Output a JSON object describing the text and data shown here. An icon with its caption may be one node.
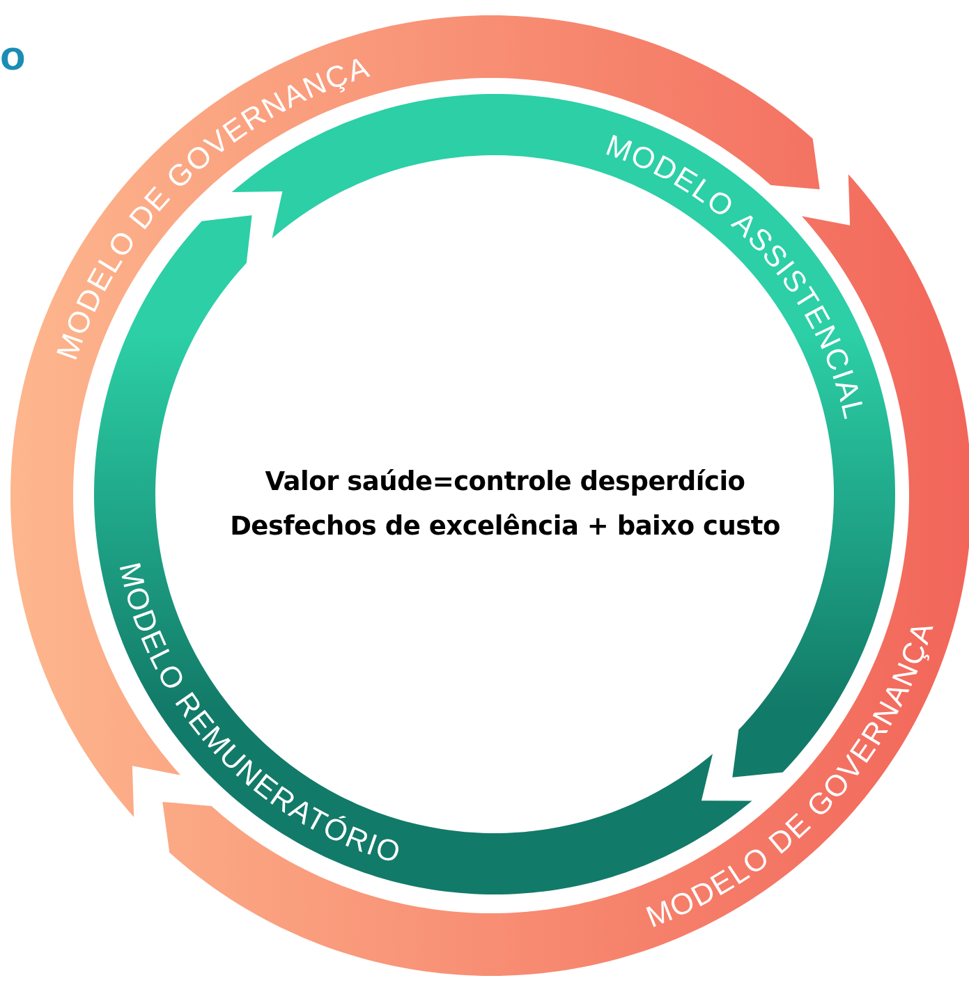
{
  "diagram": {
    "nodes": [
      {
        "text": [
          "MODELO DE GOVERNANÇA"
        ]
      },
      {
        "text": [
          "MODELO ASSISTENCIAL"
        ]
      },
      {
        "text": [
          "MODELO DE GOVERNANÇA"
        ]
      },
      {
        "text": [
          "MODELO REMUNERATÓRIO"
        ]
      },
      {
        "text": [
          "Valor saúde=controle desperdício",
          "Desfechos de excelência + baixo custo"
        ]
      }
    ],
    "labels": [
      "o"
    ]
  }
}
